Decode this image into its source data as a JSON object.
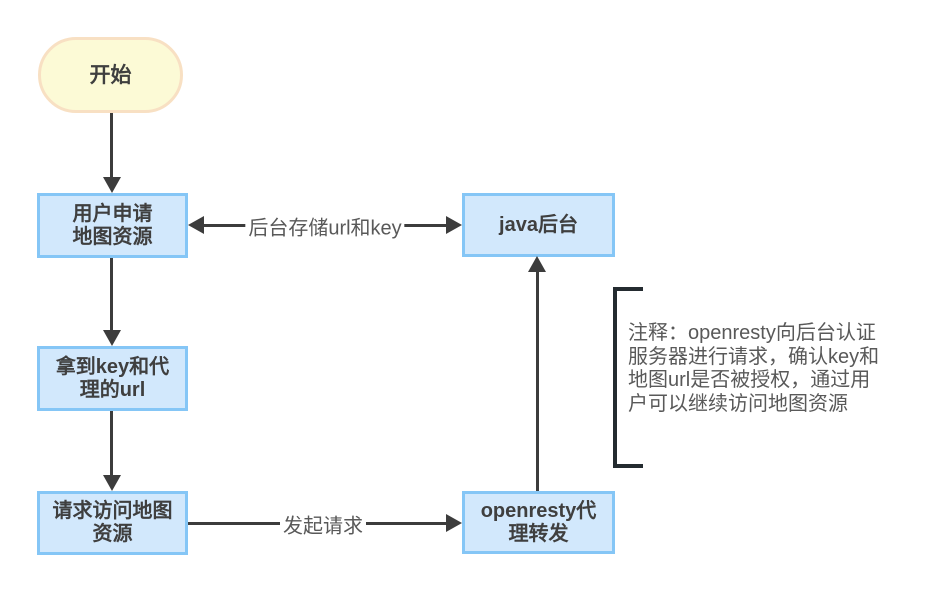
{
  "diagram": {
    "type": "flowchart",
    "nodes": {
      "start": {
        "label": "开始",
        "shape": "rounded",
        "fill": "#FCFAD6",
        "border": "#F8E0C3"
      },
      "user_request": {
        "label": "用户申请\n地图资源",
        "shape": "rect",
        "fill": "#D2E8FC",
        "border": "#85C6F6"
      },
      "java_backend": {
        "label": "java后台",
        "shape": "rect",
        "fill": "#D2E8FC",
        "border": "#85C6F6"
      },
      "get_key": {
        "label": "拿到key和代\n理的url",
        "shape": "rect",
        "fill": "#D2E8FC",
        "border": "#85C6F6"
      },
      "request_map": {
        "label": "请求访问地图\n资源",
        "shape": "rect",
        "fill": "#D2E8FC",
        "border": "#85C6F6"
      },
      "openresty_proxy": {
        "label": "openresty代\n理转发",
        "shape": "rect",
        "fill": "#D2E8FC",
        "border": "#85C6F6"
      }
    },
    "edges": {
      "start_to_user": {
        "from": "start",
        "to": "user_request",
        "label": ""
      },
      "user_java_bidirectional": {
        "from": "user_request",
        "to": "java_backend",
        "label": "后台存储url和key",
        "direction": "both"
      },
      "user_to_getkey": {
        "from": "user_request",
        "to": "get_key",
        "label": ""
      },
      "getkey_to_request": {
        "from": "get_key",
        "to": "request_map",
        "label": ""
      },
      "request_to_openresty": {
        "from": "request_map",
        "to": "openresty_proxy",
        "label": "发起请求"
      },
      "openresty_to_java": {
        "from": "openresty_proxy",
        "to": "java_backend",
        "label": ""
      }
    },
    "note": {
      "full_text": "注释：openresty向后台认证服务器进行请求，确认key和地图url是否被授权，通过用户可以继续访问地图资源",
      "lines": [
        "注释：openresty向后台认证",
        "服务器进行请求，确认key和",
        "地图url是否被授权，通过用",
        "户可以继续访问地图资源"
      ]
    },
    "colors": {
      "connector_line": "#3C3C3C",
      "bracket": "#242B30",
      "node_text": "#3F3F3F",
      "label_text": "#595959",
      "background": "#FFFFFF"
    }
  }
}
